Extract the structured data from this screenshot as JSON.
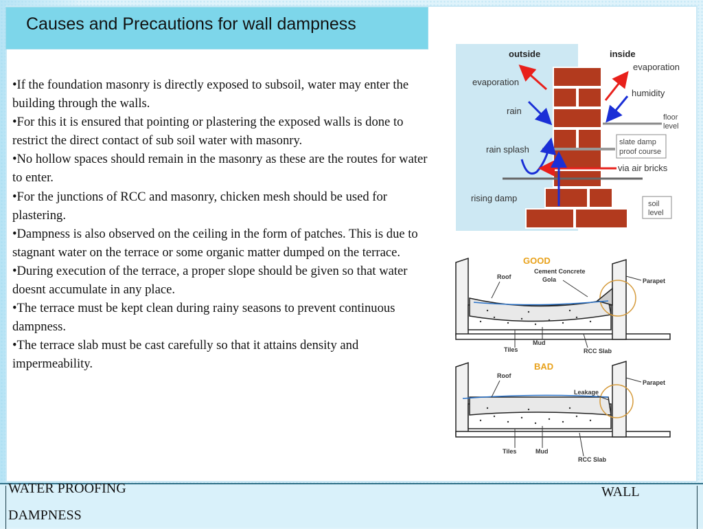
{
  "slide": {
    "title": "Causes  and Precautions for wall dampness",
    "bullets": [
      "•If the foundation masonry is directly exposed to subsoil, water may enter the building through the walls.",
      "•For this it is ensured that pointing or plastering the exposed walls is done to restrict the direct contact of sub soil water with  masonry.",
      "•No hollow spaces should remain in the masonry as these are the routes for water to enter.",
      "•For the junctions of RCC and masonry, chicken mesh should be used for plastering.",
      "•Dampness is also observed on the ceiling in the form of patches. This is due to stagnant water on the terrace or some organic matter dumped on the terrace.",
      "•During execution of the terrace, a proper slope should be given so that water doesnt accumulate in any place.",
      "•The terrace must be kept clean during rainy seasons to prevent continuous dampness.",
      "•The terrace slab must be cast carefully so that it attains density  and impermeability."
    ]
  },
  "footer": {
    "left_line1": "WATER PROOFING",
    "left_line2": "DAMPNESS",
    "right": "WALL"
  },
  "wall_diagram": {
    "outside": "outside",
    "inside": "inside",
    "evaporation_out": "evaporation",
    "evaporation_in": "evaporation",
    "humidity": "humidity",
    "rain": "rain",
    "floor": "floor",
    "level": "level",
    "rain_splash": "rain splash",
    "slate_damp": "slate damp",
    "proof_course": "proof course",
    "via_air_bricks": "via air bricks",
    "rising_damp": "rising damp",
    "soil": "soil",
    "soil_level": "level"
  },
  "roof_good": {
    "heading": "GOOD",
    "roof": "Roof",
    "cement_concrete": "Cement Concrete",
    "gola": "Gola",
    "parapet": "Parapet",
    "tiles": "Tiles",
    "mud": "Mud",
    "rcc_slab": "RCC Slab"
  },
  "roof_bad": {
    "heading": "BAD",
    "roof": "Roof",
    "leakage": "Leakage",
    "parapet": "Parapet",
    "tiles": "Tiles",
    "mud": "Mud",
    "rcc_slab": "RCC Slab"
  },
  "colors": {
    "title_bar": "#7dd6ea",
    "brick": "#b23a1e",
    "diagram_bg": "#cde8f3",
    "red_arrow": "#e8201b",
    "blue_arrow": "#1a2fd6",
    "good_bad_label": "#e8a11a"
  }
}
